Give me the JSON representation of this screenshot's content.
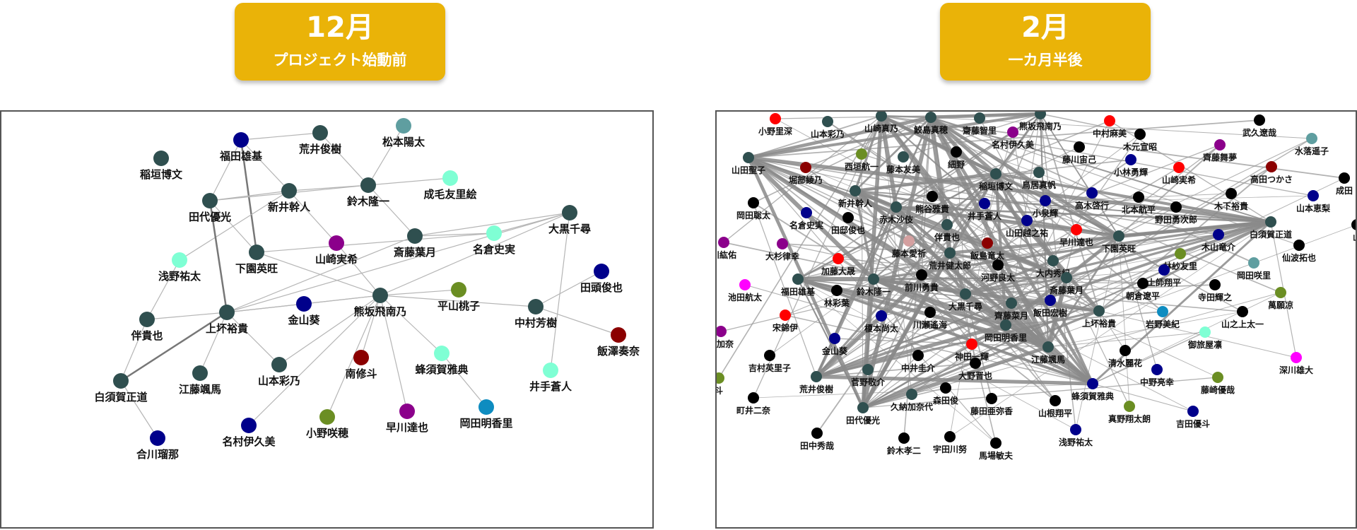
{
  "header_left": {
    "title": "12月",
    "subtitle": "プロジェクト始動前"
  },
  "header_right": {
    "title": "2月",
    "subtitle": "一カ月半後"
  },
  "colors": {
    "dark": "#2f4f4f",
    "navy": "#00008b",
    "teal": "#5f9ea0",
    "aqua": "#7fffd4",
    "purple": "#8b008b",
    "olive": "#6b8e23",
    "darkred": "#8b0000",
    "cyan": "#0e8cc0",
    "red": "#ff0000",
    "black": "#000000",
    "magenta": "#ff00ff",
    "pink": "#d4a0a0",
    "badge": "#eab308"
  },
  "left_graph": {
    "nodes": [
      {
        "id": "inagaki",
        "label": "稲垣博文",
        "color": "dark"
      },
      {
        "id": "fukuda",
        "label": "福田雄基",
        "color": "navy"
      },
      {
        "id": "arai",
        "label": "荒井俊樹",
        "color": "dark"
      },
      {
        "id": "matsumoto",
        "label": "松本陽太",
        "color": "teal"
      },
      {
        "id": "suzuki",
        "label": "鈴木隆一",
        "color": "dark"
      },
      {
        "id": "narike",
        "label": "成毛友里絵",
        "color": "aqua"
      },
      {
        "id": "shinai",
        "label": "新井幹人",
        "color": "dark"
      },
      {
        "id": "tashiro",
        "label": "田代優光",
        "color": "dark"
      },
      {
        "id": "ookuro",
        "label": "大黒千尋",
        "color": "dark"
      },
      {
        "id": "saito",
        "label": "斎藤葉月",
        "color": "dark"
      },
      {
        "id": "nagura",
        "label": "名倉史実",
        "color": "aqua"
      },
      {
        "id": "yamazaki",
        "label": "山崎実希",
        "color": "purple"
      },
      {
        "id": "shimozono",
        "label": "下園英旺",
        "color": "dark"
      },
      {
        "id": "asano",
        "label": "浅野祐太",
        "color": "aqua"
      },
      {
        "id": "tagashira",
        "label": "田頭俊也",
        "color": "navy"
      },
      {
        "id": "kumasaka",
        "label": "熊坂飛南乃",
        "color": "dark"
      },
      {
        "id": "hirayama",
        "label": "平山桃子",
        "color": "olive"
      },
      {
        "id": "kaneyama",
        "label": "金山葵",
        "color": "navy"
      },
      {
        "id": "nakamura",
        "label": "中村芳樹",
        "color": "dark"
      },
      {
        "id": "ban",
        "label": "伴貴也",
        "color": "dark"
      },
      {
        "id": "uesaka",
        "label": "上坏裕貴",
        "color": "dark"
      },
      {
        "id": "iizawa",
        "label": "飯澤奏奈",
        "color": "darkred"
      },
      {
        "id": "hachisuka",
        "label": "蜂須賀雅典",
        "color": "aqua"
      },
      {
        "id": "minami",
        "label": "南修斗",
        "color": "darkred"
      },
      {
        "id": "yamamoto",
        "label": "山本彩乃",
        "color": "dark"
      },
      {
        "id": "eto",
        "label": "江藤颯馬",
        "color": "dark"
      },
      {
        "id": "shirasuka",
        "label": "白須賀正道",
        "color": "dark"
      },
      {
        "id": "ide",
        "label": "井手蒼人",
        "color": "aqua"
      },
      {
        "id": "okada",
        "label": "岡田明香里",
        "color": "cyan"
      },
      {
        "id": "ono",
        "label": "小野咲穂",
        "color": "olive"
      },
      {
        "id": "hayakawa",
        "label": "早川達也",
        "color": "purple"
      },
      {
        "id": "namura",
        "label": "名村伊久美",
        "color": "navy"
      },
      {
        "id": "aikawa",
        "label": "合川瑠那",
        "color": "navy"
      }
    ],
    "edges": [
      [
        "fukuda",
        "tashiro"
      ],
      [
        "fukuda",
        "shimozono"
      ],
      [
        "fukuda",
        "arai"
      ],
      [
        "fukuda",
        "shinai"
      ],
      [
        "arai",
        "suzuki"
      ],
      [
        "matsumoto",
        "suzuki"
      ],
      [
        "suzuki",
        "narike"
      ],
      [
        "suzuki",
        "shinai"
      ],
      [
        "suzuki",
        "saito"
      ],
      [
        "suzuki",
        "tashiro"
      ],
      [
        "shinai",
        "yamazaki"
      ],
      [
        "shinai",
        "tashiro"
      ],
      [
        "shinai",
        "asano"
      ],
      [
        "tashiro",
        "uesaka"
      ],
      [
        "tashiro",
        "shimozono"
      ],
      [
        "shimozono",
        "kumasaka"
      ],
      [
        "shimozono",
        "nagura"
      ],
      [
        "saito",
        "nagura"
      ],
      [
        "saito",
        "uesaka"
      ],
      [
        "ookuro",
        "saito"
      ],
      [
        "ookuro",
        "nagura"
      ],
      [
        "ookuro",
        "kumasaka"
      ],
      [
        "ookuro",
        "uesaka"
      ],
      [
        "ookuro",
        "ide"
      ],
      [
        "yamazaki",
        "kumasaka"
      ],
      [
        "kumasaka",
        "hirayama"
      ],
      [
        "kumasaka",
        "kaneyama"
      ],
      [
        "kumasaka",
        "nakamura"
      ],
      [
        "kumasaka",
        "hachisuka"
      ],
      [
        "kumasaka",
        "minami"
      ],
      [
        "kumasaka",
        "yamamoto"
      ],
      [
        "kumasaka",
        "ono"
      ],
      [
        "kumasaka",
        "hayakawa"
      ],
      [
        "kumasaka",
        "namura"
      ],
      [
        "kumasaka",
        "uesaka"
      ],
      [
        "nakamura",
        "tagashira"
      ],
      [
        "nakamura",
        "iizawa"
      ],
      [
        "hachisuka",
        "okada"
      ],
      [
        "uesaka",
        "ban"
      ],
      [
        "uesaka",
        "yamamoto"
      ],
      [
        "uesaka",
        "eto"
      ],
      [
        "uesaka",
        "shirasuka"
      ],
      [
        "ban",
        "shirasuka"
      ],
      [
        "shirasuka",
        "aikawa"
      ],
      [
        "ban",
        "asano"
      ],
      [
        "uesaka",
        "kaneyama"
      ]
    ],
    "thick_edges": [
      [
        "fukuda",
        "shimozono"
      ],
      [
        "tashiro",
        "uesaka"
      ],
      [
        "shirasuka",
        "uesaka"
      ]
    ]
  },
  "right_graph": {
    "nodes": [
      {
        "id": "r_onori",
        "label": "小野里深",
        "color": "red"
      },
      {
        "id": "r_yamamoto",
        "label": "山本彩乃",
        "color": "dark"
      },
      {
        "id": "r_yamazaki",
        "label": "山崎真乃",
        "color": "dark"
      },
      {
        "id": "r_samejima",
        "label": "鮫島真穂",
        "color": "dark"
      },
      {
        "id": "r_saito2",
        "label": "齋藤智里",
        "color": "dark"
      },
      {
        "id": "r_kumasaka",
        "label": "熊坂飛南乃",
        "color": "dark"
      },
      {
        "id": "r_nakamura",
        "label": "中村麻美",
        "color": "red"
      },
      {
        "id": "r_kimoto",
        "label": "木元宣昭",
        "color": "black"
      },
      {
        "id": "r_takehisa",
        "label": "武久遼哉",
        "color": "black"
      },
      {
        "id": "r_namura",
        "label": "名村伊久美",
        "color": "purple"
      },
      {
        "id": "r_nishigaki",
        "label": "西垣航一",
        "color": "olive"
      },
      {
        "id": "r_fujimoto",
        "label": "藤本友美",
        "color": "dark"
      },
      {
        "id": "r_fujikawa",
        "label": "藤川宙己",
        "color": "black"
      },
      {
        "id": "r_saito3",
        "label": "齊藤舞夢",
        "color": "purple"
      },
      {
        "id": "r_mizuochi",
        "label": "水落遥子",
        "color": "teal"
      },
      {
        "id": "r_yamada",
        "label": "山田聖子",
        "color": "dark"
      },
      {
        "id": "r_horibe",
        "label": "堀部綾乃",
        "color": "darkred"
      },
      {
        "id": "r_hosono",
        "label": "細野",
        "color": "black"
      },
      {
        "id": "r_kobayashi",
        "label": "小林勇輝",
        "color": "navy"
      },
      {
        "id": "r_yamazaki2",
        "label": "山崎実希",
        "color": "red"
      },
      {
        "id": "r_takada",
        "label": "高田つかさ",
        "color": "darkred"
      },
      {
        "id": "r_narita",
        "label": "成田",
        "color": "black"
      },
      {
        "id": "r_inagaki",
        "label": "稲垣博文",
        "color": "dark"
      },
      {
        "id": "r_torii",
        "label": "鳥居真帆",
        "color": "dark"
      },
      {
        "id": "r_shinai",
        "label": "新井幹人",
        "color": "dark"
      },
      {
        "id": "r_kumagai",
        "label": "熊谷雅貴",
        "color": "black"
      },
      {
        "id": "r_hirate",
        "label": "井手蒼人",
        "color": "navy"
      },
      {
        "id": "r_koizumi",
        "label": "小泉輝",
        "color": "navy"
      },
      {
        "id": "r_takagi",
        "label": "高木啓行",
        "color": "navy"
      },
      {
        "id": "r_kitamoto",
        "label": "北本航平",
        "color": "black"
      },
      {
        "id": "r_kinoshita",
        "label": "木下裕貴",
        "color": "black"
      },
      {
        "id": "r_yamamoto2",
        "label": "山本恵梨",
        "color": "navy"
      },
      {
        "id": "r_okada",
        "label": "岡田聡太",
        "color": "black"
      },
      {
        "id": "r_akagi",
        "label": "赤木沙伎",
        "color": "dark"
      },
      {
        "id": "r_yamada2",
        "label": "山田越之祐",
        "color": "navy"
      },
      {
        "id": "r_noda",
        "label": "野田勇次郎",
        "color": "black"
      },
      {
        "id": "r_nagura",
        "label": "名倉史実",
        "color": "navy"
      },
      {
        "id": "r_tashiro2",
        "label": "田邸俊也",
        "color": "black"
      },
      {
        "id": "r_ban",
        "label": "伴貴也",
        "color": "dark"
      },
      {
        "id": "r_hayakawa",
        "label": "早川達也",
        "color": "red"
      },
      {
        "id": "r_shirasuka",
        "label": "白須賀正道",
        "color": "dark"
      },
      {
        "id": "r_ishikawa",
        "label": "川紘佑",
        "color": "purple"
      },
      {
        "id": "r_osugi",
        "label": "大杉律幸",
        "color": "purple"
      },
      {
        "id": "r_fujimoto2",
        "label": "藤本愛祈",
        "color": "pink"
      },
      {
        "id": "r_iijima",
        "label": "飯島竜太",
        "color": "darkred"
      },
      {
        "id": "r_shimozono",
        "label": "下園英旺",
        "color": "dark"
      },
      {
        "id": "r_kiyama",
        "label": "木山竜介",
        "color": "navy"
      },
      {
        "id": "r_sennami",
        "label": "仙波拓也",
        "color": "black"
      },
      {
        "id": "r_kato",
        "label": "加藤大晟",
        "color": "red"
      },
      {
        "id": "r_arai",
        "label": "荒井健太郎",
        "color": "dark"
      },
      {
        "id": "r_kawano",
        "label": "河野良太",
        "color": "black"
      },
      {
        "id": "r_oouchi",
        "label": "大内秀紀",
        "color": "dark"
      },
      {
        "id": "r_hayashi",
        "label": "林紗友里",
        "color": "olive"
      },
      {
        "id": "r_okada2",
        "label": "岡田咲里",
        "color": "teal"
      },
      {
        "id": "r_ikeda",
        "label": "池田航太",
        "color": "magenta"
      },
      {
        "id": "r_fukuda",
        "label": "福田雄基",
        "color": "dark"
      },
      {
        "id": "r_suzuki",
        "label": "鈴木隆一",
        "color": "dark"
      },
      {
        "id": "r_maeda",
        "label": "前川勇貴",
        "color": "black"
      },
      {
        "id": "r_saito",
        "label": "斎藤葉月",
        "color": "dark"
      },
      {
        "id": "r_tsuchiya",
        "label": "土師翔平",
        "color": "navy"
      },
      {
        "id": "r_asakura",
        "label": "朝倉遼平",
        "color": "black"
      },
      {
        "id": "r_terada",
        "label": "寺田輝之",
        "color": "black"
      },
      {
        "id": "r_hayashi2",
        "label": "林彩葉",
        "color": "black"
      },
      {
        "id": "r_ookuro",
        "label": "大黒千尋",
        "color": "dark"
      },
      {
        "id": "r_saito4",
        "label": "齊藤菜月",
        "color": "dark"
      },
      {
        "id": "r_iida",
        "label": "飯田宏樹",
        "color": "navy"
      },
      {
        "id": "r_manri",
        "label": "萬願凉",
        "color": "olive"
      },
      {
        "id": "r_munetome",
        "label": "宋錦伊",
        "color": "red"
      },
      {
        "id": "r_enomoto",
        "label": "榎本尚太",
        "color": "navy"
      },
      {
        "id": "r_kawase",
        "label": "川瀬遙海",
        "color": "black"
      },
      {
        "id": "r_okada3",
        "label": "岡田明香里",
        "color": "dark"
      },
      {
        "id": "r_uesaka",
        "label": "上坏裕貴",
        "color": "dark"
      },
      {
        "id": "r_iwasaki",
        "label": "岩野美紀",
        "color": "cyan"
      },
      {
        "id": "r_yamanoue",
        "label": "山之上太一",
        "color": "black"
      },
      {
        "id": "r_matsukaze",
        "label": "松加奈",
        "color": "purple"
      },
      {
        "id": "r_kaneyama",
        "label": "金山葵",
        "color": "navy"
      },
      {
        "id": "r_kanda",
        "label": "神田一輝",
        "color": "red"
      },
      {
        "id": "r_eto",
        "label": "江藤颯馬",
        "color": "dark"
      },
      {
        "id": "r_shimizu",
        "label": "清水麗花",
        "color": "black"
      },
      {
        "id": "r_misaki",
        "label": "御旅屋凛",
        "color": "aqua"
      },
      {
        "id": "r_fukagawa",
        "label": "深川雄大",
        "color": "magenta"
      },
      {
        "id": "r_yoshimura",
        "label": "吉村英里子",
        "color": "black"
      },
      {
        "id": "r_nakai",
        "label": "中井圭介",
        "color": "black"
      },
      {
        "id": "r_oono",
        "label": "大野晋也",
        "color": "black"
      },
      {
        "id": "r_nakano",
        "label": "中野亮幸",
        "color": "navy"
      },
      {
        "id": "r_fujisaki",
        "label": "藤崎優哉",
        "color": "olive"
      },
      {
        "id": "r_to",
        "label": "斗",
        "color": "olive"
      },
      {
        "id": "r_arai2",
        "label": "荒井俊樹",
        "color": "dark"
      },
      {
        "id": "r_sugeno",
        "label": "菅野敬介",
        "color": "dark"
      },
      {
        "id": "r_morita",
        "label": "森田俊",
        "color": "black"
      },
      {
        "id": "r_hachisuka",
        "label": "蜂須賀雅典",
        "color": "navy"
      },
      {
        "id": "r_machii",
        "label": "町井二奈",
        "color": "black"
      },
      {
        "id": "r_kunou",
        "label": "久納加奈代",
        "color": "dark"
      },
      {
        "id": "r_fujita",
        "label": "藤田亜弥香",
        "color": "black"
      },
      {
        "id": "r_yamane",
        "label": "山根翔平",
        "color": "black"
      },
      {
        "id": "r_manabe",
        "label": "真野翔太朗",
        "color": "olive"
      },
      {
        "id": "r_yoshida",
        "label": "吉田優斗",
        "color": "navy"
      },
      {
        "id": "r_tashiro",
        "label": "田代優光",
        "color": "dark"
      },
      {
        "id": "r_tanaka",
        "label": "田中秀哉",
        "color": "black"
      },
      {
        "id": "r_suzuki2",
        "label": "鈴木孝二",
        "color": "black"
      },
      {
        "id": "r_utada",
        "label": "宇田川努",
        "color": "black"
      },
      {
        "id": "r_bachou",
        "label": "馬場敏夫",
        "color": "black"
      },
      {
        "id": "r_asano",
        "label": "浅野祐太",
        "color": "navy"
      },
      {
        "id": "r_yama_edge",
        "label": "山",
        "color": "black"
      }
    ],
    "hubs": [
      "r_fukuda",
      "r_uesaka",
      "r_shirasuka",
      "r_yamada",
      "r_kumasaka",
      "r_arai2",
      "r_suzuki",
      "r_ookuro",
      "r_akagi",
      "r_tashiro",
      "r_hachisuka",
      "r_saito",
      "r_shimozono",
      "r_shinai",
      "r_samejima",
      "r_yamazaki",
      "r_inagaki",
      "r_arai",
      "r_eto",
      "r_okada3"
    ]
  }
}
